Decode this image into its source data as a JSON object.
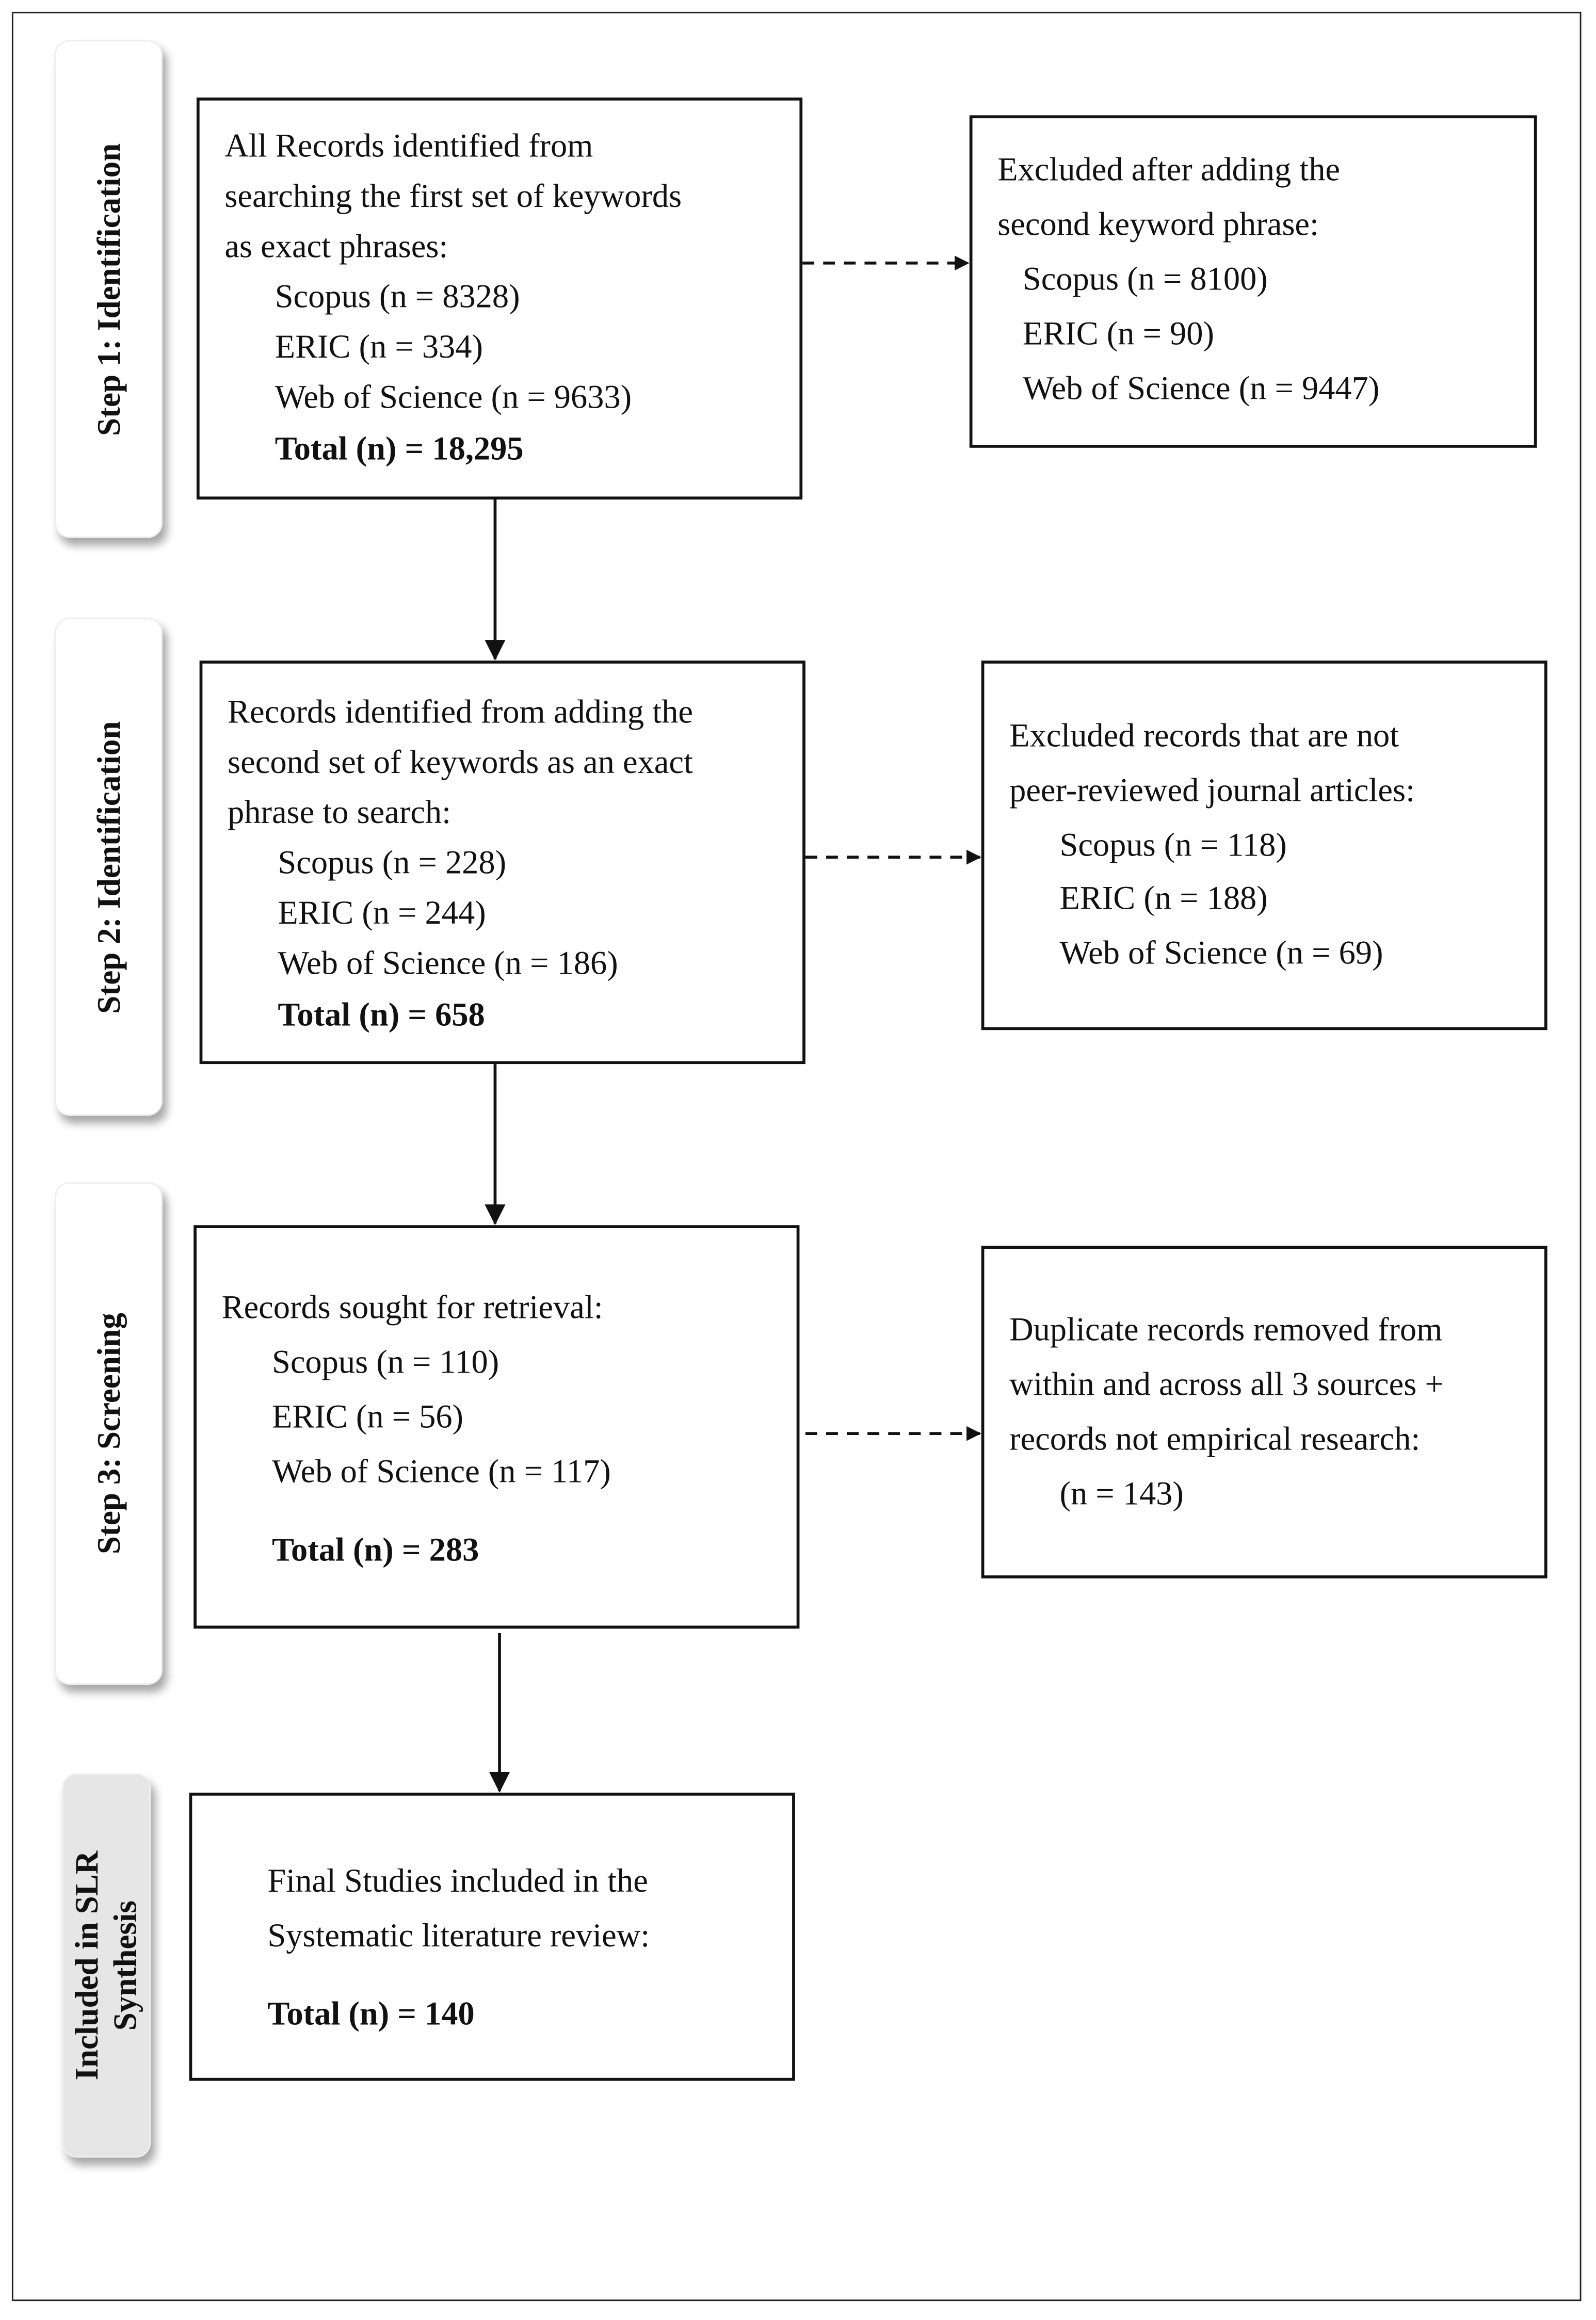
{
  "steps": [
    {
      "label": "Step 1: Identification"
    },
    {
      "label": "Step 2: Identification"
    },
    {
      "label": "Step 3: Screening"
    },
    {
      "label_line1": "Included in SLR",
      "label_line2": "Synthesis"
    }
  ],
  "boxes": {
    "step1_main": {
      "lines": [
        "All Records identified from",
        "searching the first set of keywords",
        "as exact phrases:"
      ],
      "sources": [
        "Scopus (n = 8328)",
        "ERIC (n = 334)",
        "Web of Science (n = 9633)"
      ],
      "total": "Total (n) = 18,295"
    },
    "step1_excluded": {
      "lines": [
        "Excluded after adding the",
        "second keyword phrase:"
      ],
      "sources": [
        "Scopus (n = 8100)",
        "ERIC (n = 90)",
        "Web of Science (n = 9447)"
      ]
    },
    "step2_main": {
      "lines": [
        "Records identified from adding the",
        "second set of keywords as an exact",
        "phrase to search:"
      ],
      "sources": [
        "Scopus (n = 228)",
        "ERIC (n = 244)",
        "Web of Science (n = 186)"
      ],
      "total": "Total (n) = 658"
    },
    "step2_excluded": {
      "lines": [
        "Excluded records that are not",
        "peer-reviewed journal articles:"
      ],
      "sources": [
        "Scopus (n = 118)",
        "ERIC (n = 188)",
        "Web of Science (n = 69)"
      ]
    },
    "step3_main": {
      "lines": [
        "Records sought for retrieval:"
      ],
      "sources": [
        "Scopus (n = 110)",
        "ERIC (n = 56)",
        "Web of Science (n = 117)"
      ],
      "total": "Total (n) = 283"
    },
    "step3_excluded": {
      "lines": [
        "Duplicate records removed from",
        "within and across all 3 sources +",
        "records not empirical research:"
      ],
      "sources": [
        "(n = 143)"
      ]
    },
    "final": {
      "lines": [
        "Final Studies included in the",
        "Systematic literature review:"
      ],
      "total": "Total (n) = 140"
    }
  }
}
